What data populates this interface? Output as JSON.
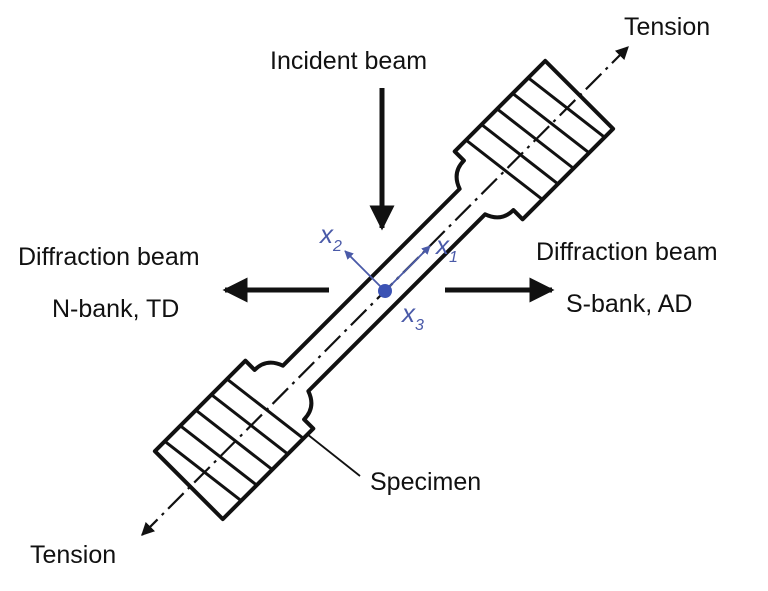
{
  "labels": {
    "tension_top": "Tension",
    "tension_bottom": "Tension",
    "incident_beam": "Incident beam",
    "diffraction_left_title": "Diffraction beam",
    "diffraction_left_bank": "N-bank, TD",
    "diffraction_right_title": "Diffraction beam",
    "diffraction_right_bank": "S-bank, AD",
    "specimen": "Specimen"
  },
  "axes": {
    "x1": {
      "letter": "x",
      "sub": "1"
    },
    "x2": {
      "letter": "x",
      "sub": "2"
    },
    "x3": {
      "letter": "x",
      "sub": "3"
    }
  },
  "colors": {
    "ink": "#111111",
    "axis_blue": "#4a5aa8",
    "origin_dot": "#3b52b4"
  }
}
